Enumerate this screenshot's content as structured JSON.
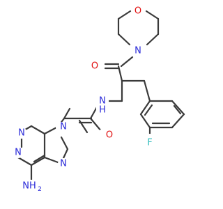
{
  "colors": {
    "carbon": "#3a3a3a",
    "nitrogen": "#2828d8",
    "oxygen": "#e11111",
    "fluorine": "#33bdbd",
    "background": "#ffffff"
  },
  "atoms": {
    "morpholine_o": "O",
    "morpholine_n": "N",
    "carbonyl_o_top": "O",
    "amide_nh": "N",
    "amide_nh_h": "H",
    "carbonyl_o_mid": "O",
    "fluoro": "F",
    "purine_n9": "N",
    "purine_n3": "N",
    "purine_n1": "N",
    "purine_n7": "N",
    "amine": "NH",
    "amine_sub": "2"
  }
}
